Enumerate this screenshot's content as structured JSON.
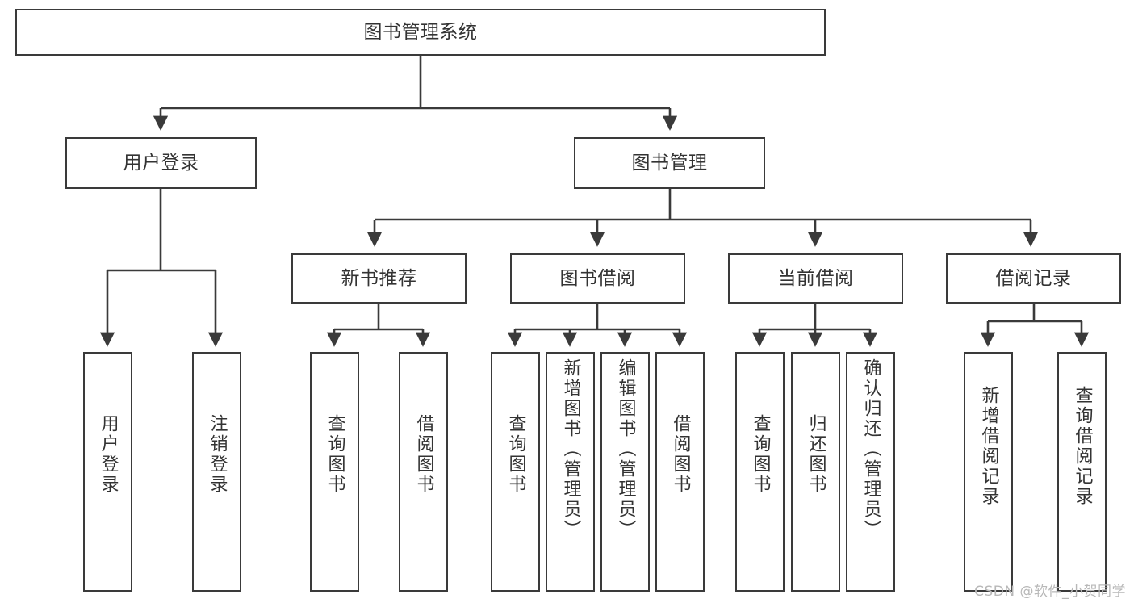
{
  "diagram": {
    "type": "tree-hierarchy",
    "title": "图书管理系统",
    "watermark": "CSDN @软件_小贺同学",
    "colors": {
      "stroke": "#3a3a3a",
      "fill": "#ffffff",
      "text": "#333333",
      "watermark": "#b8b8b8"
    },
    "nodes": {
      "root": {
        "label": "图书管理系统"
      },
      "level2": [
        {
          "id": "user-login",
          "label": "用户登录"
        },
        {
          "id": "book-manage",
          "label": "图书管理"
        }
      ],
      "level3": [
        {
          "id": "new-book-recommend",
          "label": "新书推荐"
        },
        {
          "id": "book-borrow",
          "label": "图书借阅"
        },
        {
          "id": "current-borrow",
          "label": "当前借阅"
        },
        {
          "id": "borrow-record",
          "label": "借阅记录"
        }
      ],
      "leaves": {
        "user-login": [
          {
            "id": "leaf-user-login",
            "label": "用户登录"
          },
          {
            "id": "leaf-logout-login",
            "label": "注销登录"
          }
        ],
        "new-book-recommend": [
          {
            "id": "leaf-query-book-1",
            "label": "查询图书"
          },
          {
            "id": "leaf-borrow-book-1",
            "label": "借阅图书"
          }
        ],
        "book-borrow": [
          {
            "id": "leaf-query-book-2",
            "label": "查询图书"
          },
          {
            "id": "leaf-add-book",
            "label": "新增图书（管理员）"
          },
          {
            "id": "leaf-edit-book",
            "label": "编辑图书（管理员）"
          },
          {
            "id": "leaf-borrow-book-2",
            "label": "借阅图书"
          }
        ],
        "current-borrow": [
          {
            "id": "leaf-query-book-3",
            "label": "查询图书"
          },
          {
            "id": "leaf-return-book",
            "label": "归还图书"
          },
          {
            "id": "leaf-confirm-return",
            "label": "确认归还（管理员）"
          }
        ],
        "borrow-record": [
          {
            "id": "leaf-add-record",
            "label": "新增借阅记录"
          },
          {
            "id": "leaf-query-record",
            "label": "查询借阅记录"
          }
        ]
      }
    }
  }
}
